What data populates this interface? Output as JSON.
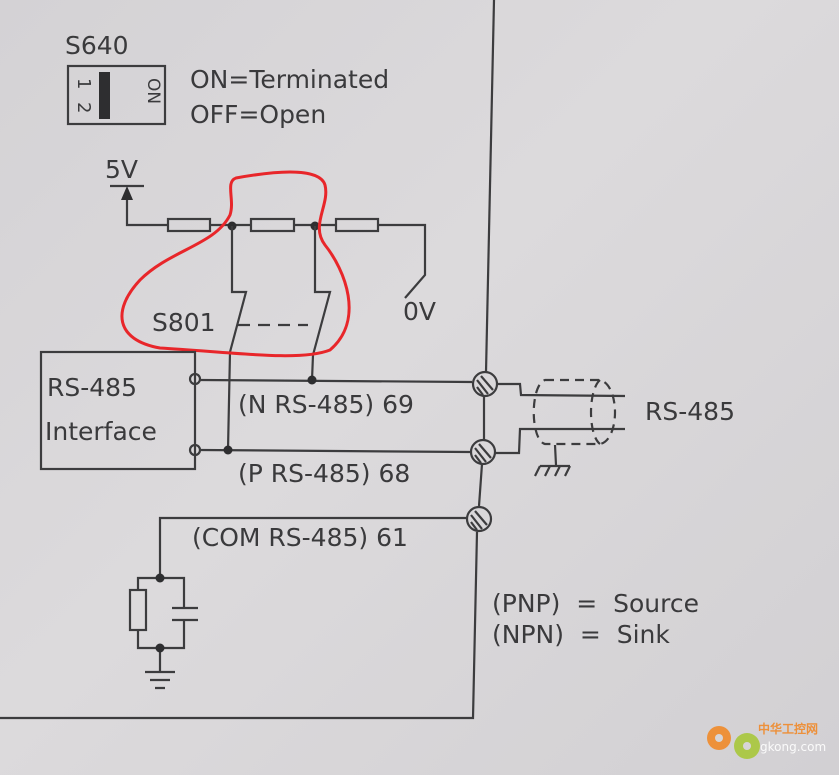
{
  "switch_s640": {
    "label": "S640",
    "pos1": "1",
    "pos2": "2",
    "on_mark": "ON",
    "legend_on": "ON=Terminated",
    "legend_off": "OFF=Open"
  },
  "termination": {
    "supply_label": "5V",
    "ground_label": "0V",
    "switch_label": "S801"
  },
  "interface": {
    "line1": "RS-485",
    "line2": "Interface"
  },
  "terminals": [
    {
      "label": "(N RS-485) 69"
    },
    {
      "label": "(P RS-485) 68"
    },
    {
      "label": "(COM RS-485) 61"
    }
  ],
  "cable_label": "RS-485",
  "notes": [
    "(PNP)  =  Source",
    "(NPN)  =  Sink"
  ],
  "watermark": {
    "cn": "中华工控网",
    "site": "gkong.com"
  },
  "colors": {
    "highlight": "#e8262a",
    "ink": "#3c3c3e"
  }
}
